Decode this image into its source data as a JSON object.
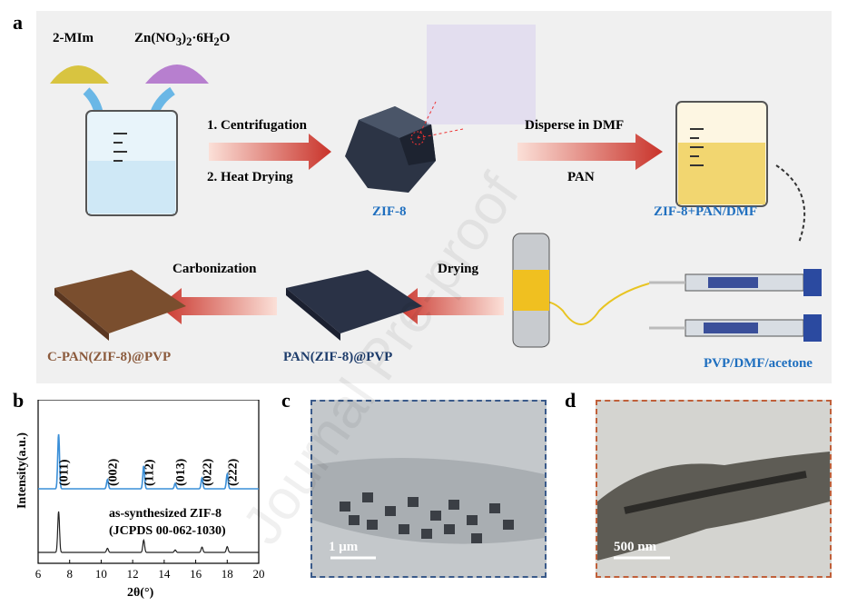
{
  "panels": {
    "a": "a",
    "b": "b",
    "c": "c",
    "d": "d"
  },
  "schematic": {
    "reagent1": "2-MIm",
    "reagent2": "Zn(NO",
    "reagent2_sub": "3",
    "reagent2_mid": ")",
    "reagent2_sub2": "2",
    "reagent2_tail": "·6H",
    "reagent2_sub3": "2",
    "reagent2_end": "O",
    "step1": "1. Centrifugation",
    "step2": "2. Heat Drying",
    "zif8": "ZIF-8",
    "disperse": "Disperse in DMF",
    "pan": "PAN",
    "mix": "ZIF-8+PAN/DMF",
    "carbonization": "Carbonization",
    "drying": "Drying",
    "product_c": "C-PAN(ZIF-8)@PVP",
    "product": "PAN(ZIF-8)@PVP",
    "shell": "PVP/DMF/acetone"
  },
  "xrd": {
    "ylabel": "Intensity(a.u.)",
    "xlabel": "2θ(°)",
    "peaks": [
      "(011)",
      "(002)",
      "(112)",
      "(013)",
      "(022)",
      "(222)"
    ],
    "ref_line1": "as-synthesized ZIF-8",
    "ref_line2": "(JCPDS 00-062-1030)",
    "colors": {
      "synth": "#3a8fd8",
      "ref": "#222222"
    }
  },
  "chart_data": {
    "type": "line",
    "xlabel": "2θ(°)",
    "ylabel": "Intensity(a.u.)",
    "xlim": [
      6,
      20
    ],
    "xticks": [
      6,
      8,
      10,
      12,
      14,
      16,
      18,
      20
    ],
    "series": [
      {
        "name": "as-synthesized ZIF-8",
        "peaks_x": [
          7.3,
          10.4,
          12.7,
          14.7,
          16.4,
          18.0
        ],
        "peaks_h": [
          1.0,
          0.17,
          0.42,
          0.1,
          0.2,
          0.27
        ]
      },
      {
        "name": "JCPDS 00-062-1030",
        "peaks_x": [
          7.3,
          10.4,
          12.7,
          14.7,
          16.4,
          18.0
        ],
        "peaks_h": [
          1.0,
          0.1,
          0.3,
          0.06,
          0.13,
          0.14
        ]
      }
    ]
  },
  "tem_c": {
    "scale": "1 μm",
    "border": "#3a5a8a"
  },
  "tem_d": {
    "scale": "500 nm",
    "border": "#c0603a"
  },
  "watermark": "Journal Pre-proof"
}
